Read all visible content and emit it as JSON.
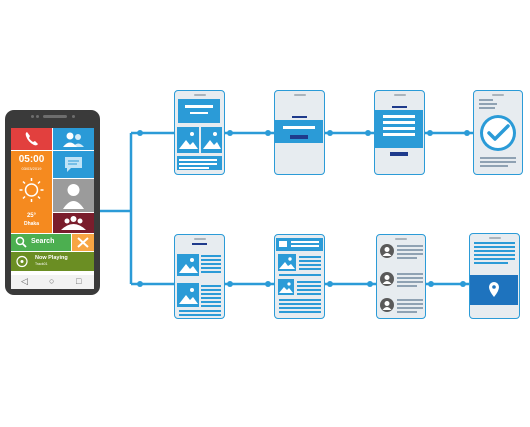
{
  "phone": {
    "time": "05:00",
    "date": "03/03/2019",
    "temperature": "25°",
    "city": "Dhaka",
    "search_label": "Search",
    "now_playing_title": "Now Playing",
    "now_playing_track": "Track01"
  },
  "colors": {
    "wire": "#2b9bd7",
    "phone_body": "#3a3a3a",
    "tile_red": "#e2403e",
    "tile_blue": "#2a9ad7",
    "tile_orange": "#f58a1f",
    "tile_gray": "#9b9b9b",
    "tile_maroon": "#7a1d2c",
    "tile_green": "#4caf50",
    "tile_lightorange": "#f7a543",
    "tile_olive": "#6b8e23",
    "accent_navy": "#1f3b8c"
  },
  "icons": [
    "phone-icon",
    "contacts-icon",
    "message-icon",
    "sun-icon",
    "user-icon",
    "group-icon",
    "search-icon",
    "tools-icon",
    "music-icon",
    "image-icon",
    "checkmark-icon",
    "avatar-icon",
    "map-pin-icon"
  ]
}
